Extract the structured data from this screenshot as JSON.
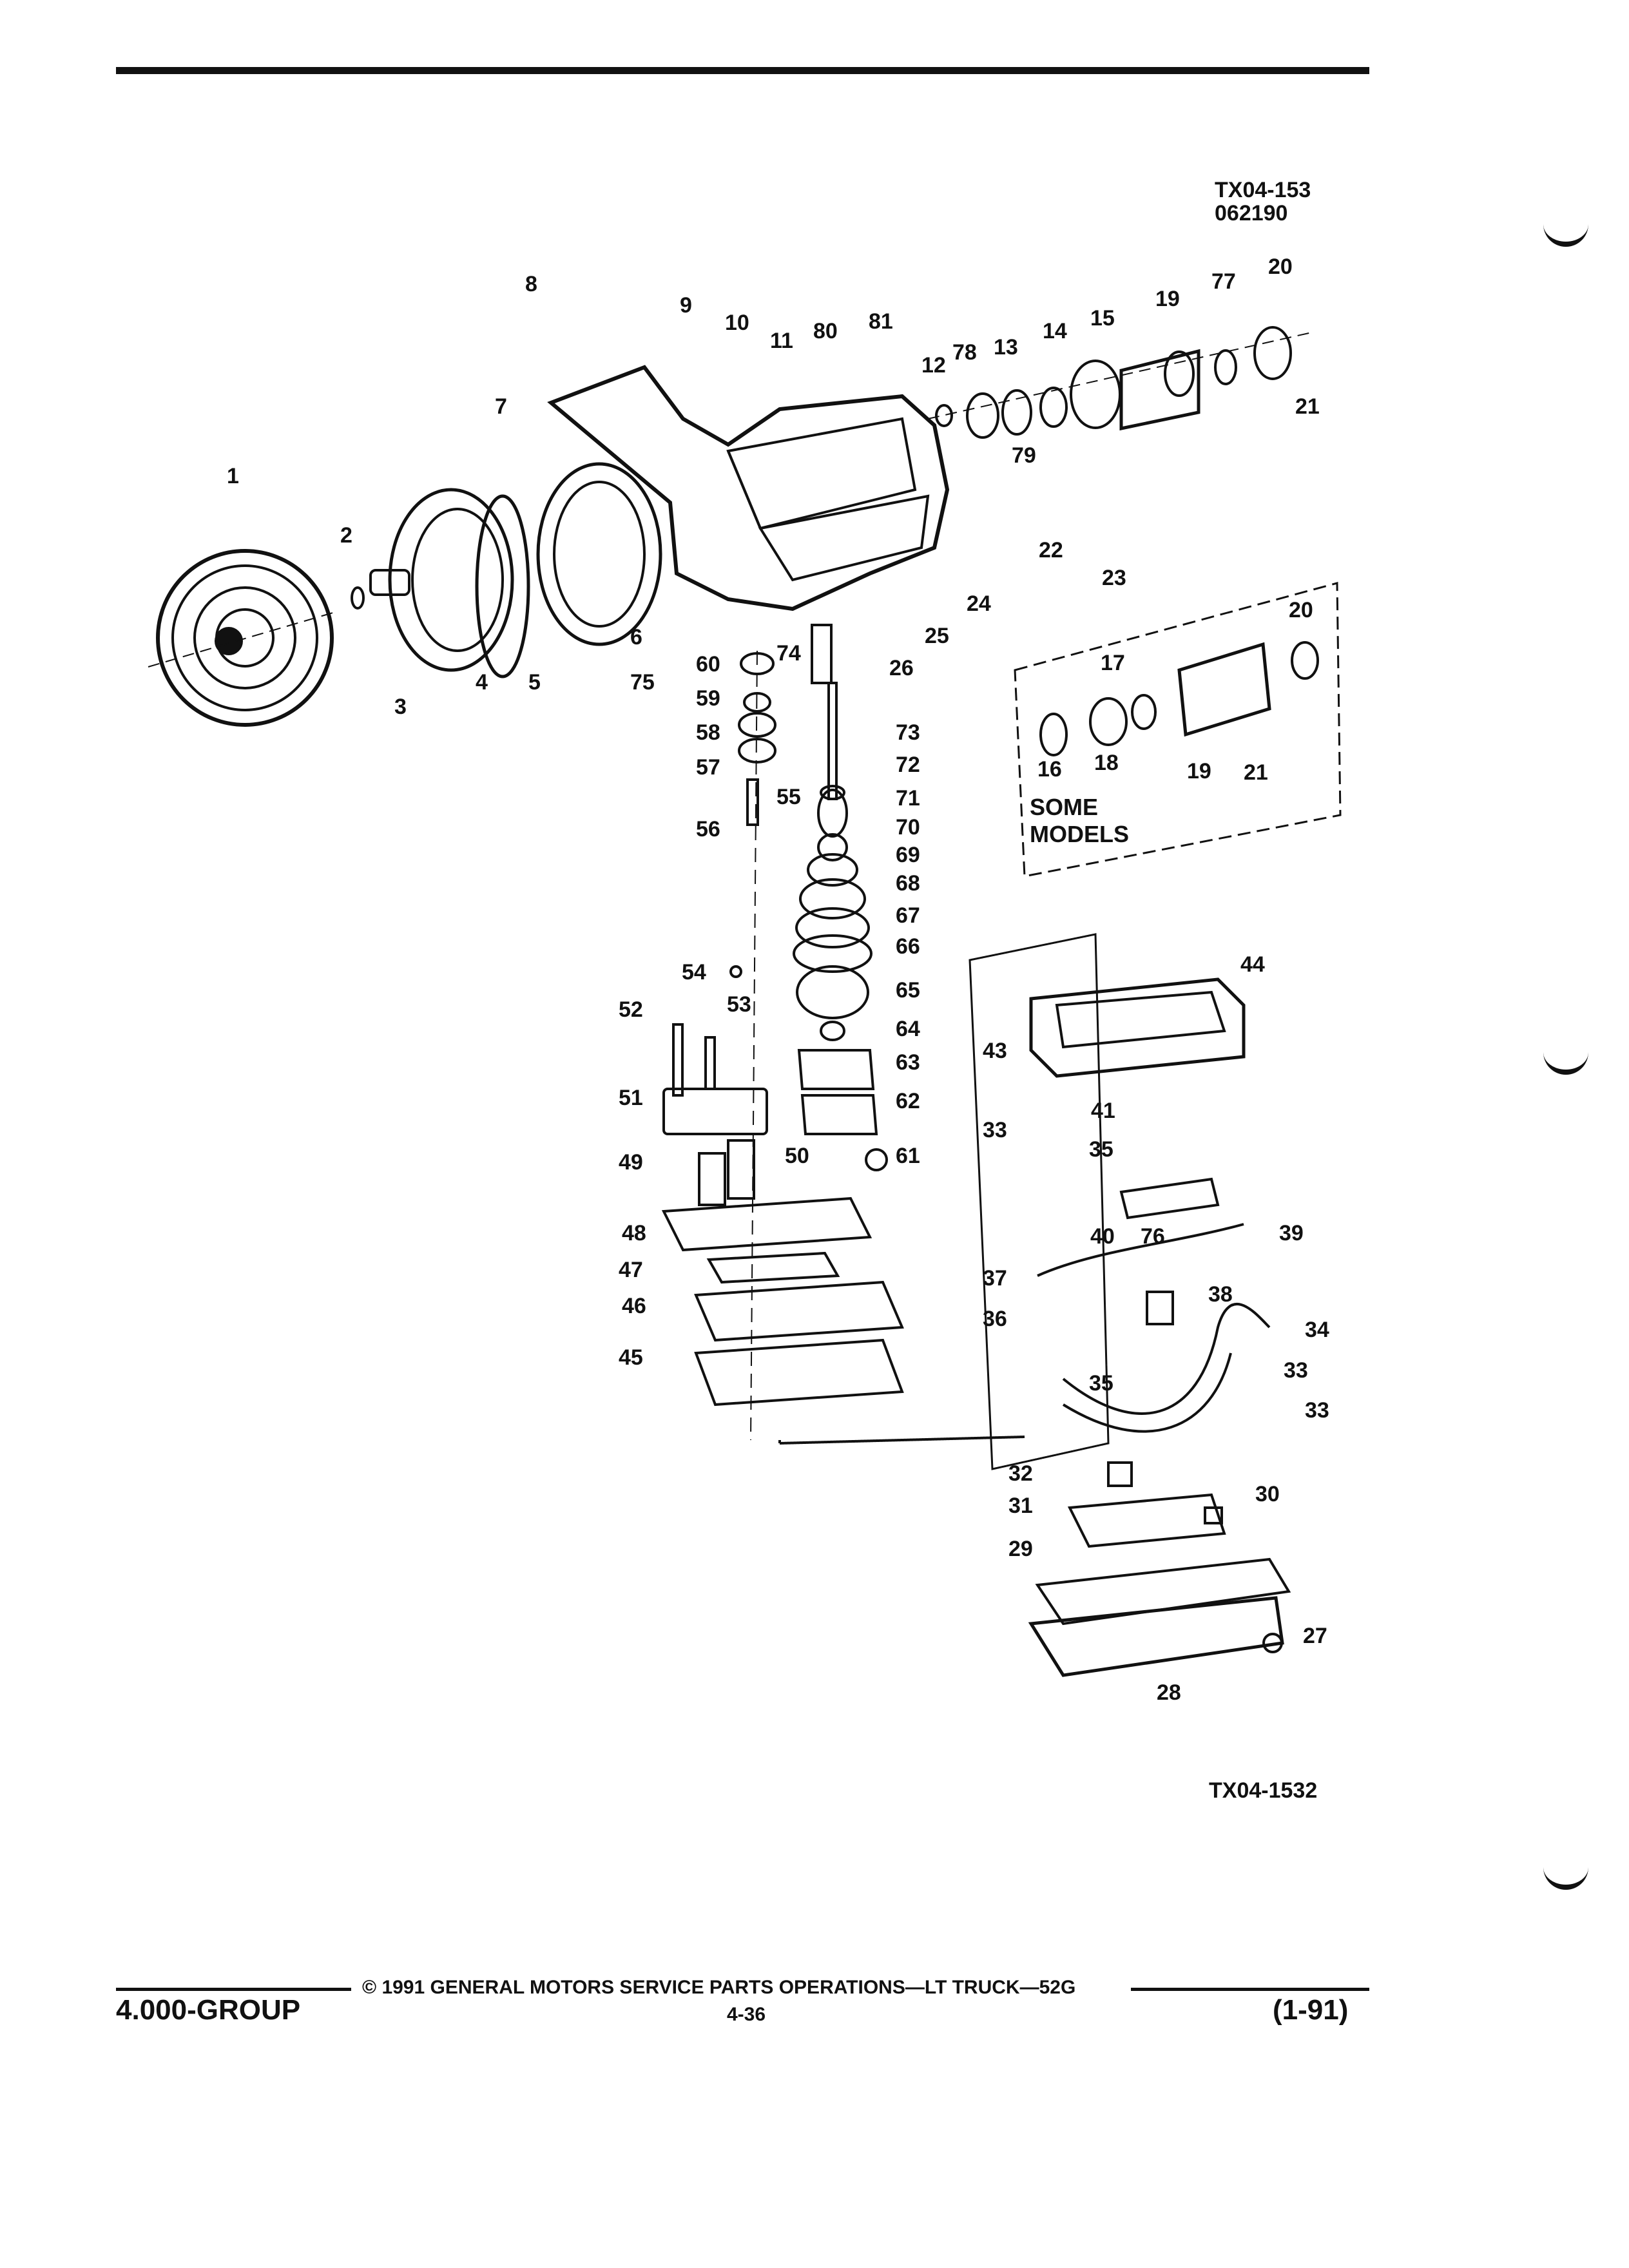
{
  "header": {
    "figure_code": "TX04-153",
    "date_code": "062190"
  },
  "inset": {
    "label": "SOME MODELS",
    "callouts": [
      "20",
      "17",
      "16",
      "18",
      "19",
      "21"
    ]
  },
  "bottom_code": "TX04-1532",
  "callouts": [
    "1",
    "2",
    "3",
    "4",
    "5",
    "6",
    "7",
    "8",
    "9",
    "10",
    "11",
    "12",
    "13",
    "14",
    "15",
    "19",
    "20",
    "21",
    "22",
    "23",
    "24",
    "25",
    "26",
    "27",
    "28",
    "29",
    "30",
    "31",
    "32",
    "33",
    "34",
    "35",
    "36",
    "37",
    "38",
    "39",
    "40",
    "41",
    "43",
    "44",
    "45",
    "46",
    "47",
    "48",
    "49",
    "50",
    "51",
    "52",
    "53",
    "54",
    "55",
    "56",
    "57",
    "58",
    "59",
    "60",
    "61",
    "62",
    "63",
    "64",
    "65",
    "66",
    "67",
    "68",
    "69",
    "70",
    "71",
    "72",
    "73",
    "74",
    "75",
    "76",
    "77",
    "78",
    "79",
    "80",
    "81",
    "33",
    "35",
    "33"
  ],
  "footer": {
    "copyright": "© 1991 GENERAL MOTORS SERVICE PARTS OPERATIONS—LT TRUCK—52G",
    "group": "4.000-GROUP",
    "page_number": "4-36",
    "revision": "(1-91)"
  }
}
